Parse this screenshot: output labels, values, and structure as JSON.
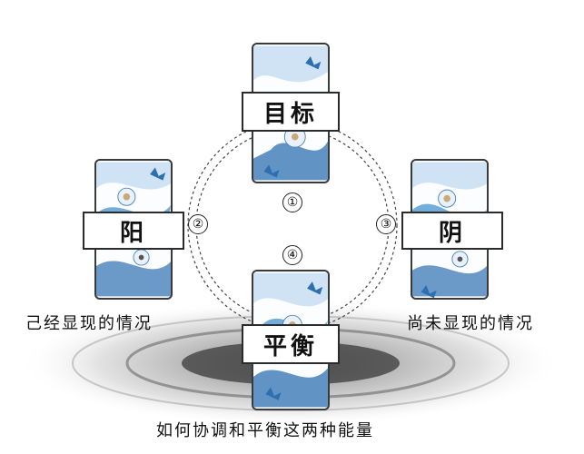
{
  "colors": {
    "card_blue": "#5b9fd6",
    "card_dark_blue": "#2e6fb0",
    "ink": "#111111",
    "floor_grey": "#9a9a9a"
  },
  "nodes": [
    {
      "id": "top",
      "label": "目标",
      "number": "①"
    },
    {
      "id": "left",
      "label": "阳",
      "number": "②"
    },
    {
      "id": "right",
      "label": "阴",
      "number": "③"
    },
    {
      "id": "bottom",
      "label": "平衡",
      "number": "④"
    }
  ],
  "captions": {
    "left": "己经显现的情况",
    "right": "尚未显现的情况",
    "bottom": "如何协调和平衡这两种能量"
  }
}
